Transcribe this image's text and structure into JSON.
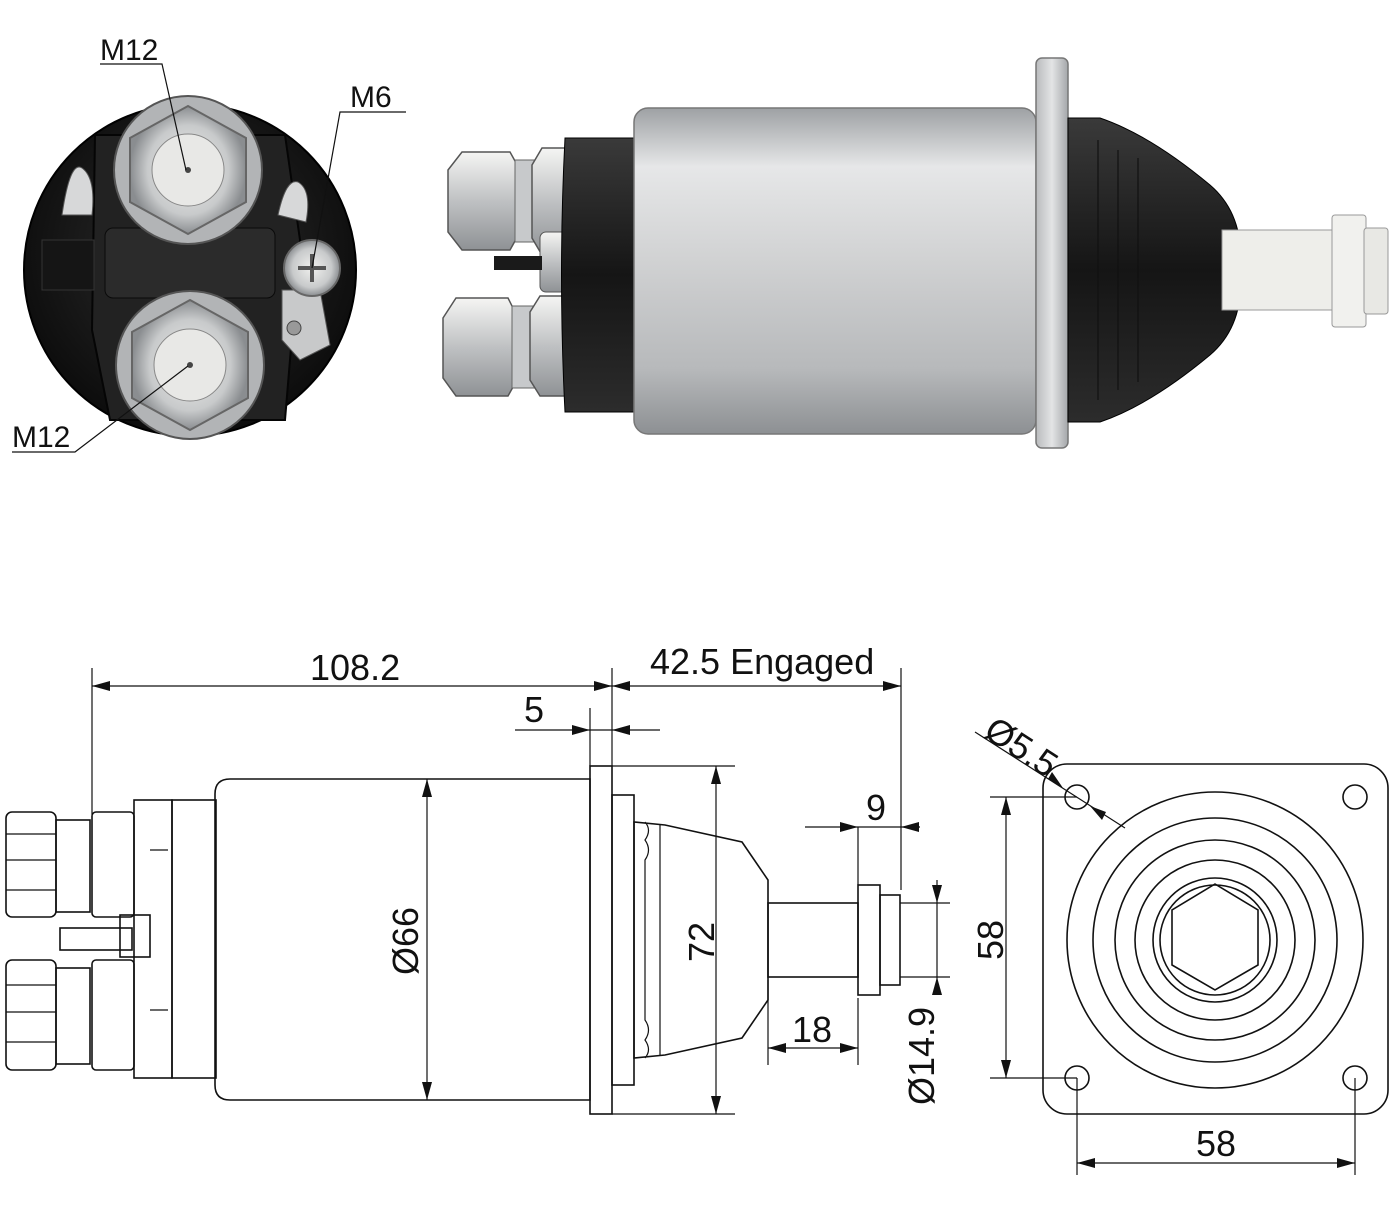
{
  "photo_end_view": {
    "callout_top_terminal": "M12",
    "callout_small_terminal": "M6",
    "callout_bottom_terminal": "M12"
  },
  "drawing_side_view": {
    "overall_length": "108.2",
    "flange_thickness": "5",
    "plunger_travel": "42.5 Engaged",
    "body_diameter": "Ø66",
    "boot_height": "72",
    "plunger_head": "9",
    "shaft_length": "18",
    "shaft_diameter": "Ø14.9"
  },
  "drawing_flange_view": {
    "hole_diameter": "Ø5.5",
    "hole_spacing_vertical": "58",
    "hole_spacing_horizontal": "58"
  },
  "colors": {
    "line": "#111111",
    "body_silver": "#c9cbcd",
    "rubber_black": "#1b1b1b",
    "plunger_white": "#eeeeea"
  }
}
